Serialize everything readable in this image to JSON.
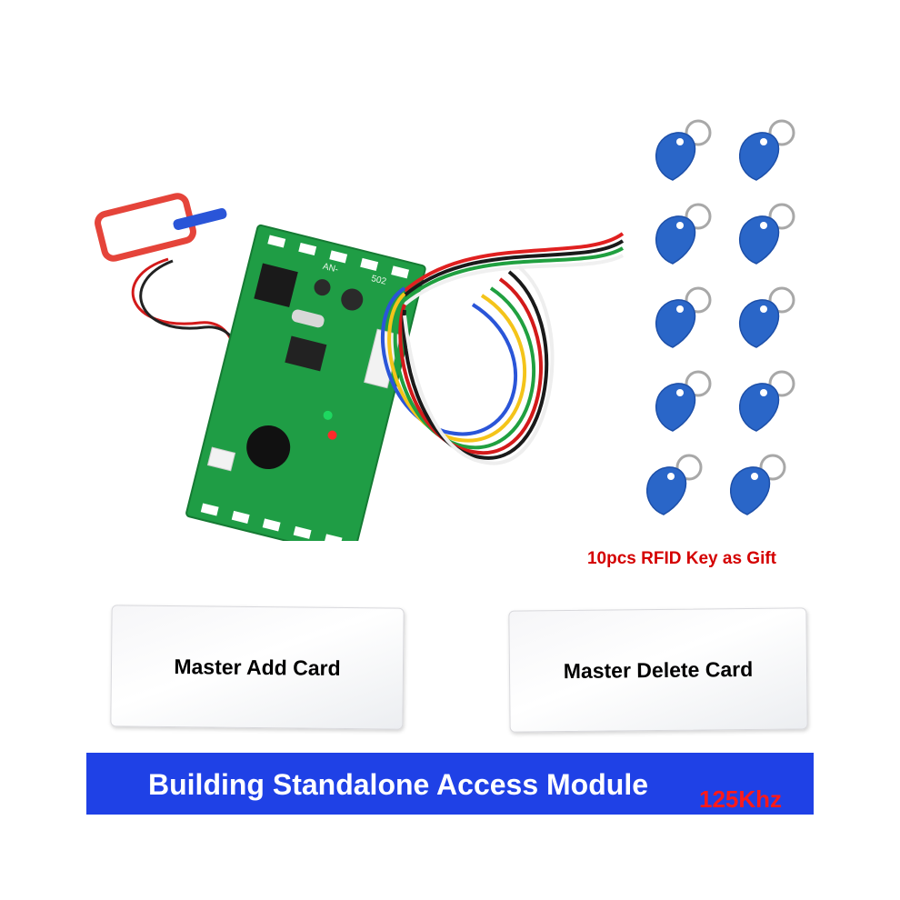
{
  "caption": {
    "gift_text": "10pcs RFID Key as Gift"
  },
  "cards": [
    {
      "label": "Master Add Card"
    },
    {
      "label": "Master Delete Card"
    }
  ],
  "banner": {
    "title": "Building Standalone Access Module",
    "frequency": "125Khz",
    "color": "#1f41e6"
  },
  "board": {
    "silkscreen_left": "AN-",
    "silkscreen_right": "502"
  },
  "fobs": {
    "count": 10,
    "color": "#2a66c8"
  }
}
